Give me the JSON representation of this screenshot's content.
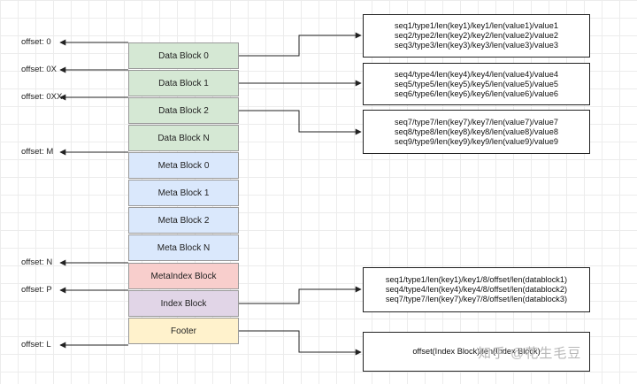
{
  "blocks": [
    {
      "label": "Data Block 0",
      "fill": "#d5e8d4"
    },
    {
      "label": "Data Block 1",
      "fill": "#d5e8d4"
    },
    {
      "label": "Data Block 2",
      "fill": "#d5e8d4"
    },
    {
      "label": "Data Block N",
      "fill": "#d5e8d4"
    },
    {
      "label": "Meta Block 0",
      "fill": "#dae8fc"
    },
    {
      "label": "Meta Block 1",
      "fill": "#dae8fc"
    },
    {
      "label": "Meta Block 2",
      "fill": "#dae8fc"
    },
    {
      "label": "Meta Block N",
      "fill": "#dae8fc"
    },
    {
      "label": "MetaIndex Block",
      "fill": "#f8cecc"
    },
    {
      "label": "Index Block",
      "fill": "#e1d5e7"
    },
    {
      "label": "Footer",
      "fill": "#fff2cc"
    }
  ],
  "offsets": [
    "offset: 0",
    "offset: 0X",
    "offset: 0XX",
    "offset: M",
    "offset: N",
    "offset: P",
    "offset: L"
  ],
  "details": [
    {
      "lines": [
        "seq1/type1/len(key1)/key1/len(value1)/value1",
        "seq2/type2/len(key2)/key2/len(value2)/value2",
        "seq3/type3/len(key3)/key3/len(value3)/value3"
      ]
    },
    {
      "lines": [
        "seq4/type4/len(key4)/key4/len(value4)/value4",
        "seq5/type5/len(key5)/key5/len(value5)/value5",
        "seq6/type6/len(key6)/key6/len(value6)/value6"
      ]
    },
    {
      "lines": [
        "seq7/type7/len(key7)/key7/len(value7)/value7",
        "seq8/type8/len(key8)/key8/len(value8)/value8",
        "seq9/type9/len(key9)/key9/len(value9)/value9"
      ]
    },
    {
      "lines": [
        "seq1/type1/len(key1)/key1/8/offset/len(datablock1)",
        "seq4/type4/len(key4)/key4/8/offset/len(datablock2)",
        "seq7/type7/len(key7)/key7/8/offset/len(datablock3)"
      ]
    },
    {
      "lines": [
        "offset(Index Block)/len(Index Block)"
      ]
    }
  ],
  "watermark": "知乎 @花生毛豆",
  "colors": {
    "data": "#d5e8d4",
    "meta": "#dae8fc",
    "metaindex": "#f8cecc",
    "index": "#e1d5e7",
    "footer": "#fff2cc",
    "line": "#222222"
  }
}
